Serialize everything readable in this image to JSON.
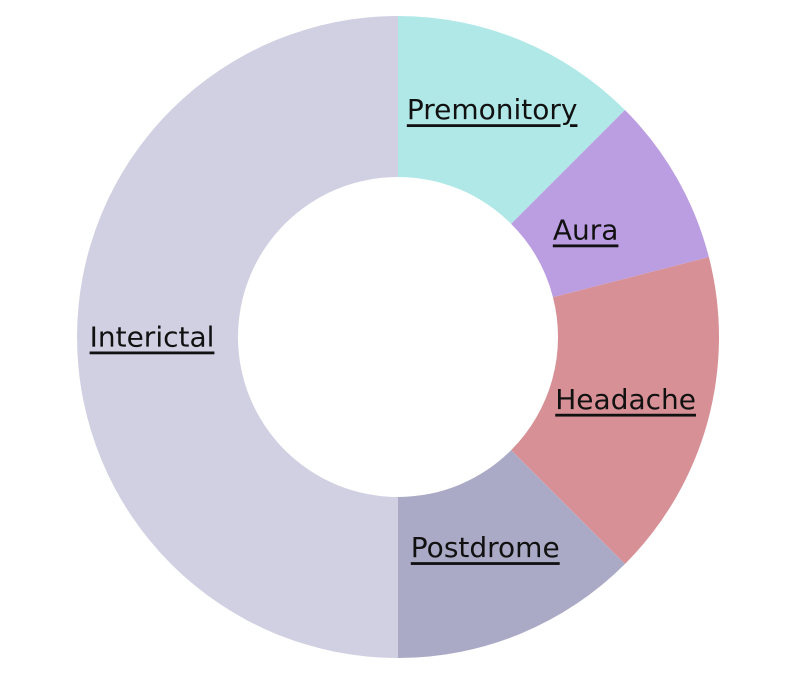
{
  "chart_data": {
    "type": "pie",
    "variant": "donut",
    "start_angle_deg": 0,
    "direction": "clockwise",
    "slices": [
      {
        "label": "Premonitory",
        "value": 12.5,
        "color": "#b0e8e8"
      },
      {
        "label": "Aura",
        "value": 8.5,
        "color": "#bb9de2"
      },
      {
        "label": "Headache",
        "value": 16.5,
        "color": "#d79196"
      },
      {
        "label": "Postdrome",
        "value": 12.5,
        "color": "#abaac6"
      },
      {
        "label": "Interictal",
        "value": 50,
        "color": "#d1d0e2"
      }
    ],
    "legend": "none",
    "labels": "inside-slices-underlined"
  }
}
